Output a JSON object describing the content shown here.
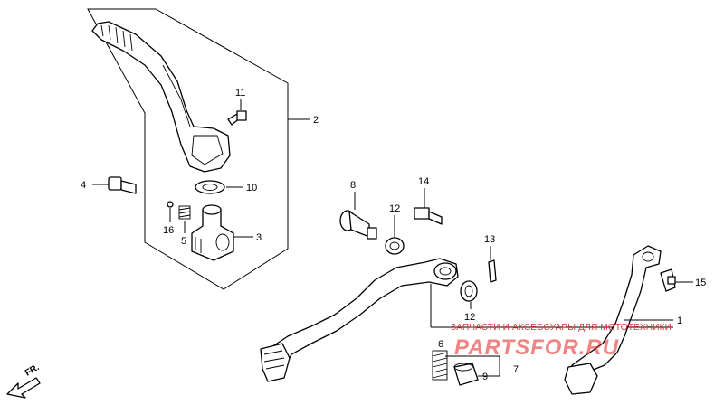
{
  "callouts": {
    "c1": "1",
    "c2": "2",
    "c3": "3",
    "c4": "4",
    "c5": "5",
    "c6": "6",
    "c7": "7",
    "c8": "8",
    "c9": "9",
    "c10": "10",
    "c11": "11",
    "c12a": "12",
    "c12b": "12",
    "c13": "13",
    "c14": "14",
    "c15": "15",
    "c16": "16"
  },
  "watermark": {
    "subtitle": "ЗАПЧАСТИ И АКСЕССУАРЫ ДЛЯ МОТОТЕХНИКИ",
    "brand": "PARTSFOR.RU"
  },
  "direction": {
    "label": "FR."
  }
}
